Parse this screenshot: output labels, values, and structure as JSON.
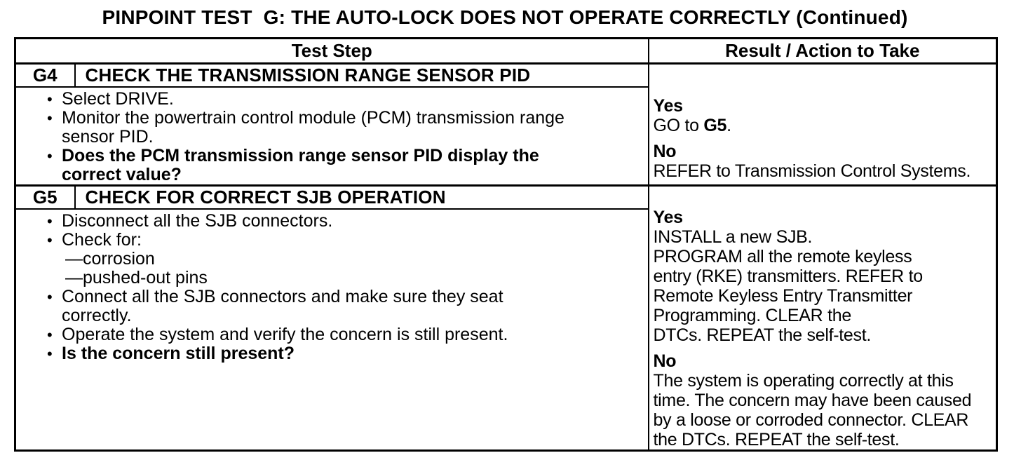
{
  "page": {
    "title": "PINPOINT TEST  G: THE AUTO-LOCK DOES NOT OPERATE CORRECTLY (Continued)"
  },
  "markers": {
    "bullet": "•",
    "dash": "—"
  },
  "table": {
    "headers": {
      "test_step": "Test Step",
      "result": "Result / Action to Take"
    },
    "steps": [
      {
        "id": "G4",
        "title": "CHECK THE TRANSMISSION RANGE SENSOR PID",
        "bullets": [
          {
            "text": "Select DRIVE."
          },
          {
            "text": "Monitor the powertrain control module (PCM) transmission range\nsensor PID."
          },
          {
            "text": "Does the PCM transmission range sensor PID display the\ncorrect value?",
            "bold": true
          }
        ],
        "result": {
          "yes_label": "Yes",
          "yes_prefix": "GO to ",
          "yes_target": "G5",
          "yes_suffix": ".",
          "no_label": "No",
          "no_text": "REFER to Transmission Control Systems."
        }
      },
      {
        "id": "G5",
        "title": "CHECK FOR CORRECT SJB OPERATION",
        "bullets": [
          {
            "text": "Disconnect all the SJB connectors."
          },
          {
            "text": "Check for:",
            "sub": [
              "corrosion",
              "pushed-out pins"
            ]
          },
          {
            "text": "Connect all the SJB connectors and make sure they seat\ncorrectly."
          },
          {
            "text": "Operate the system and verify the concern is still present."
          },
          {
            "text": "Is the concern still present?",
            "bold": true
          }
        ],
        "result": {
          "yes_label": "Yes",
          "yes_text": "INSTALL a new SJB.\nPROGRAM all the remote keyless\nentry (RKE) transmitters. REFER to\nRemote Keyless Entry Transmitter\nProgramming. CLEAR the\nDTCs. REPEAT the self-test.",
          "no_label": "No",
          "no_text": "The system is operating correctly at this\ntime. The concern may have been caused\nby a loose or corroded connector. CLEAR\nthe DTCs. REPEAT the self-test."
        }
      }
    ]
  }
}
